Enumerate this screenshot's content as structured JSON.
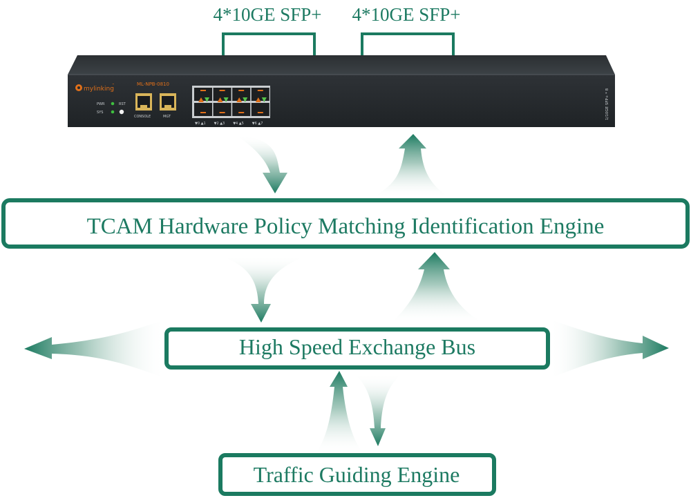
{
  "colors": {
    "accent": "#1b7a60",
    "device_body": "#25292c",
    "device_label": "#e0701a",
    "box_fill": "#ffffff"
  },
  "ports_label_left": "4*10GE SFP+",
  "ports_label_right": "4*10GE SFP+",
  "device": {
    "logo_text": "mylinking",
    "trademark": "™",
    "model": "ML-NPB-0810",
    "pwr_label": "PWR",
    "rst_label": "RST",
    "sys_label": "SYS",
    "console_label": "CONSOLE",
    "mgt_label": "MGT",
    "side_label": "1/10GE SFP+ * 8",
    "port_numbers": [
      "▼0 ▲1",
      "▼2 ▲3",
      "▼4 ▲5",
      "▼6 ▲7"
    ]
  },
  "boxes": {
    "tcam": "TCAM Hardware Policy Matching Identification Engine",
    "bus": "High Speed Exchange Bus",
    "traffic": "Traffic Guiding Engine"
  }
}
